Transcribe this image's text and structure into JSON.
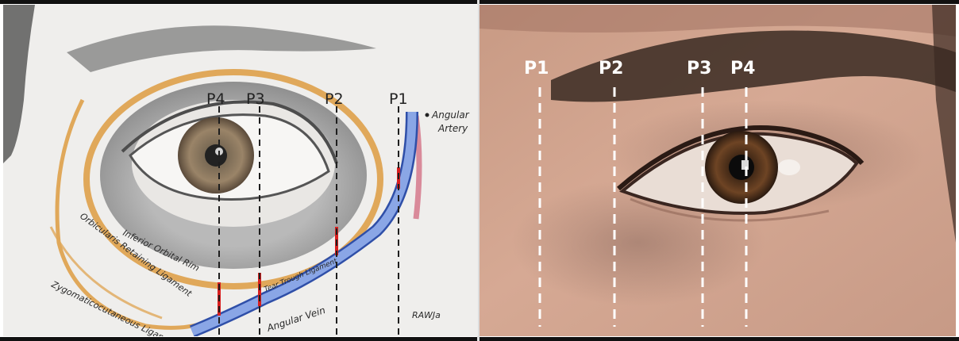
{
  "illustration": {
    "point_labels": [
      "P4",
      "P3",
      "P2",
      "P1"
    ],
    "annotations": {
      "angular_artery": [
        "Angular",
        "Artery"
      ],
      "orbicularis_retaining_ligament": "Orbicularis Retaining Ligament",
      "inferior_orbital_rim": "Inferior Orbital Rim",
      "tear_trough_ligament": "Tear Trough Ligament",
      "zygomaticocutaneous_ligament": "Zygomaticocutaneous Ligament",
      "angular_vein": "Angular Vein",
      "signature": "RAWJa"
    },
    "colors": {
      "vein_blue": "#6f8fd8",
      "artery_pink": "#d98a9a",
      "ligament_orange": "#e0a85a",
      "marker_red": "#d81f1f"
    }
  },
  "photo": {
    "point_labels": [
      "P1",
      "P2",
      "P3",
      "P4"
    ],
    "line_color": "#ffffff"
  }
}
